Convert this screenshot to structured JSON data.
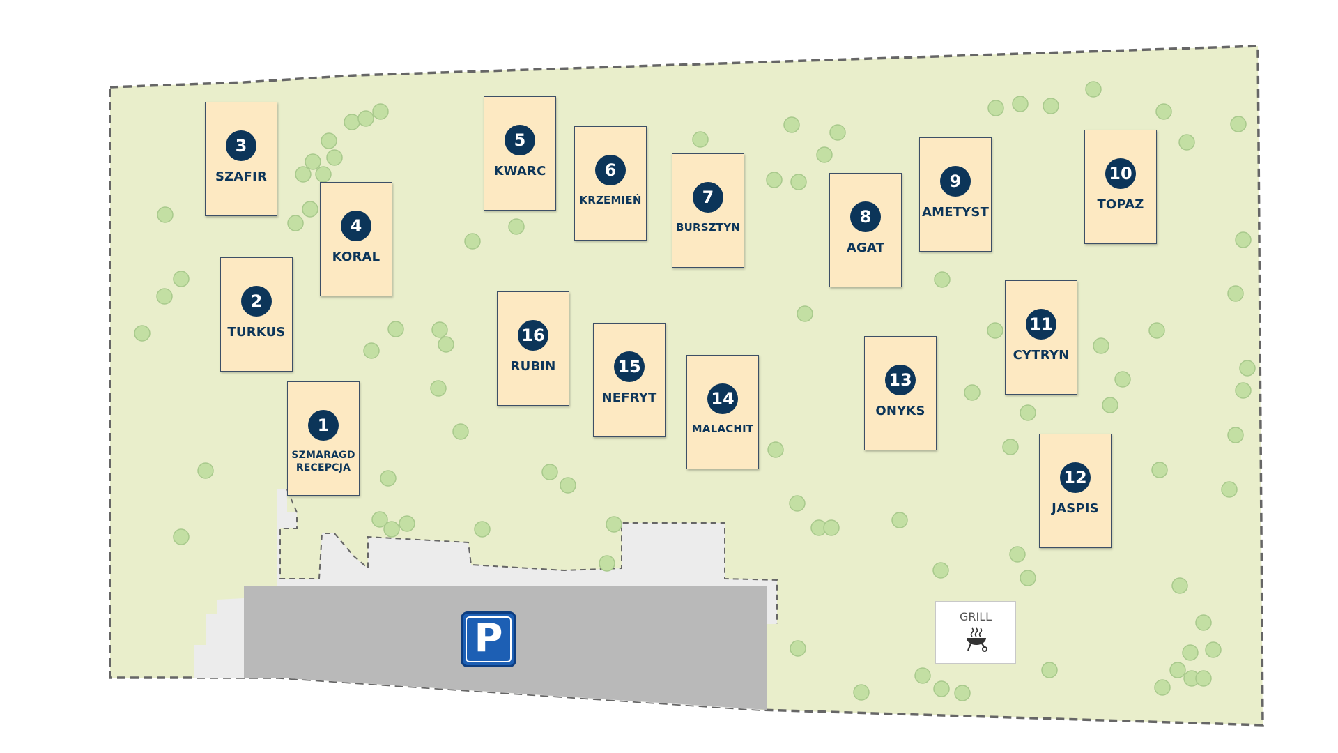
{
  "map": {
    "colors": {
      "grass": "#e9eecb",
      "tree_fill": "#c3dfa3",
      "tree_stroke": "#a8c98c",
      "paved": "#ececec",
      "parking_lot": "#b9b9b9",
      "cabin_fill": "#fde9c2",
      "cabin_badge": "#0c3559",
      "border": "#666666"
    },
    "cabins": [
      {
        "number": "1",
        "name": "SZMARAGD",
        "subtitle": "RECEPCJA"
      },
      {
        "number": "2",
        "name": "TURKUS"
      },
      {
        "number": "3",
        "name": "SZAFIR"
      },
      {
        "number": "4",
        "name": "KORAL"
      },
      {
        "number": "5",
        "name": "KWARC"
      },
      {
        "number": "6",
        "name": "KRZEMIEŃ"
      },
      {
        "number": "7",
        "name": "BURSZTYN"
      },
      {
        "number": "8",
        "name": "AGAT"
      },
      {
        "number": "9",
        "name": "AMETYST"
      },
      {
        "number": "10",
        "name": "TOPAZ"
      },
      {
        "number": "11",
        "name": "CYTRYN"
      },
      {
        "number": "12",
        "name": "JASPIS"
      },
      {
        "number": "13",
        "name": "ONYKS"
      },
      {
        "number": "14",
        "name": "MALACHIT"
      },
      {
        "number": "15",
        "name": "NEFRYT"
      },
      {
        "number": "16",
        "name": "RUBIN"
      }
    ],
    "grill": {
      "label": "GRILL",
      "icon": "grill-icon"
    },
    "parking": {
      "letter": "P",
      "icon": "parking-icon"
    }
  }
}
